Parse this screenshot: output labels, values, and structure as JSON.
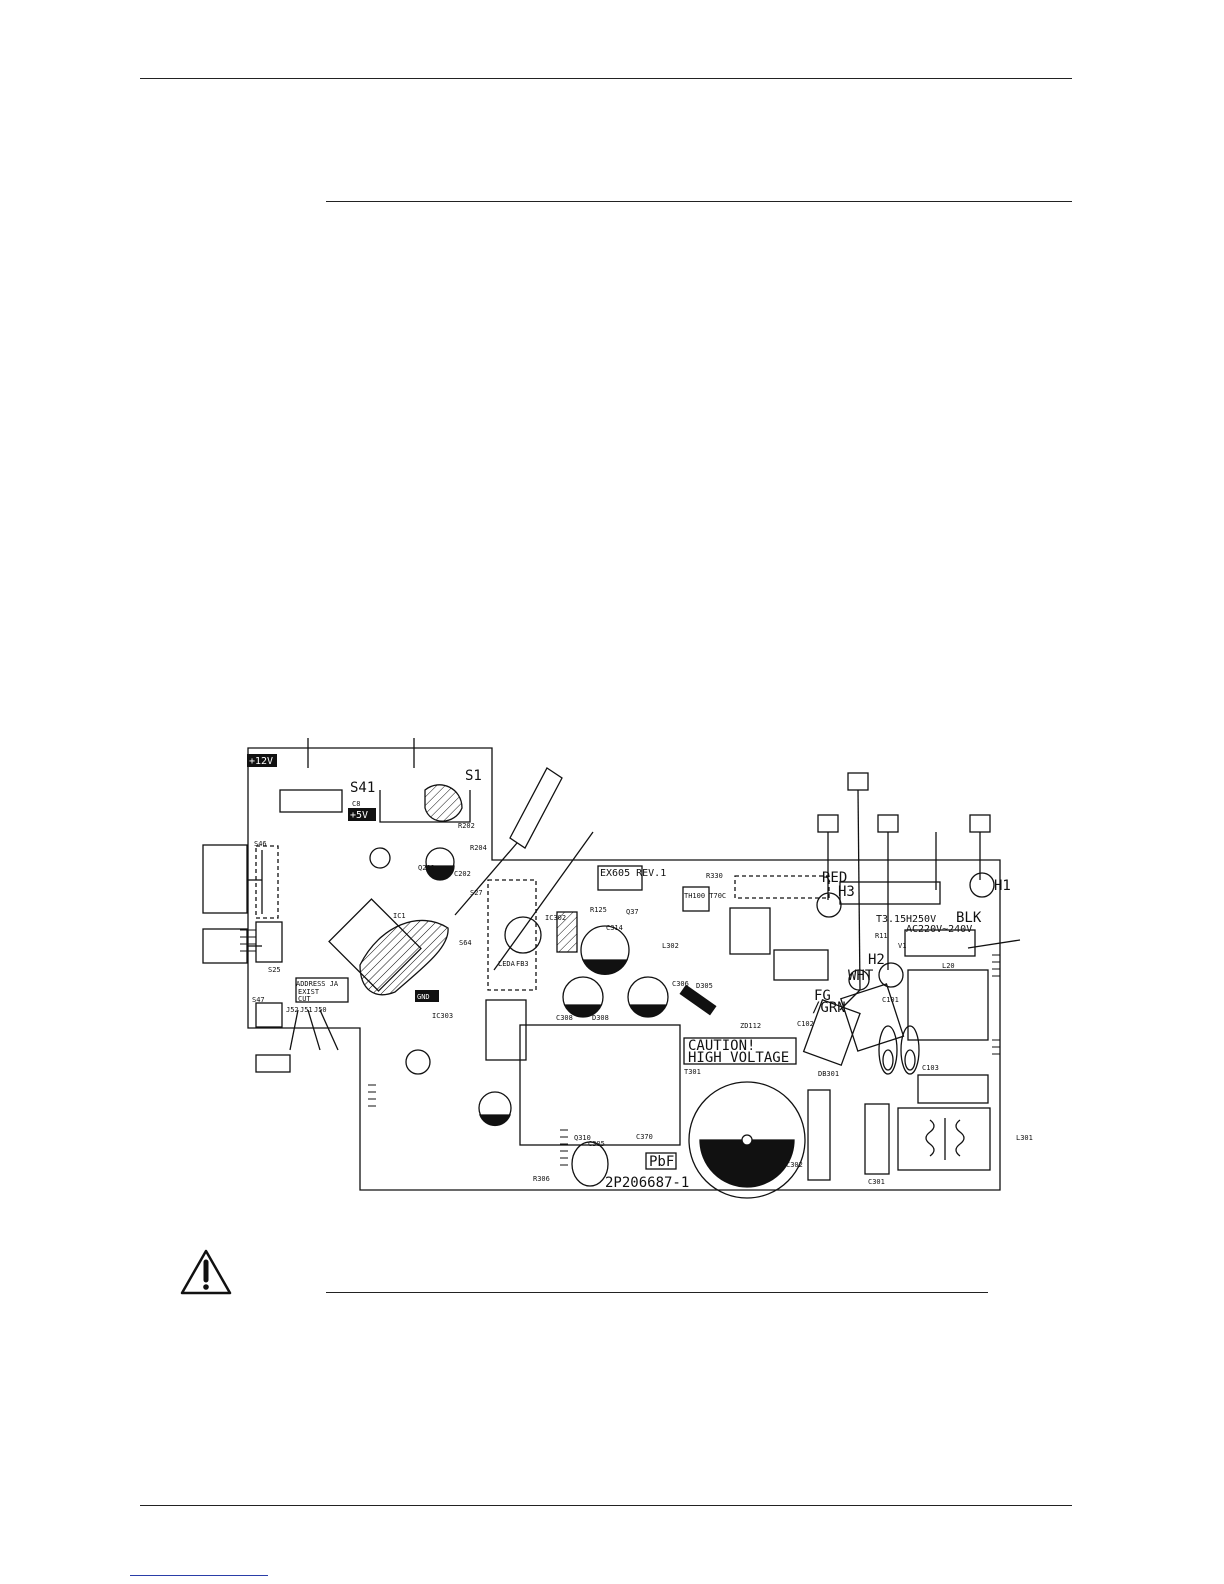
{
  "board": {
    "labels": {
      "v12": "+12V",
      "v5": "+5V",
      "s41": "S41",
      "s1": "S1",
      "s46": "S46",
      "s25": "S25",
      "s47": "S47",
      "s64": "S64",
      "s27": "S27",
      "gnd": "GND",
      "code": "EX605 REV.1",
      "caution_line1": "CAUTION!",
      "caution_line2": "HIGH VOLTAGE",
      "pbf": "PbF",
      "part_no": "2P206687-1",
      "h1": "H1",
      "h2": "H2",
      "h3": "H3",
      "red": "RED",
      "blk": "BLK",
      "wht": "WHT",
      "fg": "FG",
      "grn": "/GRN",
      "fuse_rating": "H250V",
      "ac_rating": "AC220V~240V",
      "address": "ADDRESS JA",
      "exist": "EXIST",
      "cut": "CUT",
      "t3": "T3.15",
      "r330": "R330",
      "l302": "L302",
      "l301": "L301",
      "t301": "T301",
      "c302": "C302",
      "c301": "C301",
      "c101": "C101",
      "c102": "C102",
      "c103": "C103",
      "db301": "DB301",
      "ic302": "IC302",
      "ic303": "IC303",
      "ic1": "IC1",
      "d305": "D305",
      "l20": "L20",
      "r306": "R306",
      "c305": "C305",
      "c370": "C370",
      "fb3": "FB3",
      "c306": "C306",
      "c308": "C308",
      "d308": "D308",
      "q310": "Q310",
      "c314": "C314",
      "q37": "Q37",
      "r125": "R125",
      "zd112": "ZD112",
      "leda": "LEDA",
      "th100": "TH100 T70C",
      "r11": "R11",
      "v1": "V1",
      "c202": "C202",
      "r202": "R202",
      "r204": "R204",
      "q201": "Q201",
      "c8": "C8",
      "j52": "J52",
      "j51": "J51",
      "j50": "J50"
    }
  }
}
